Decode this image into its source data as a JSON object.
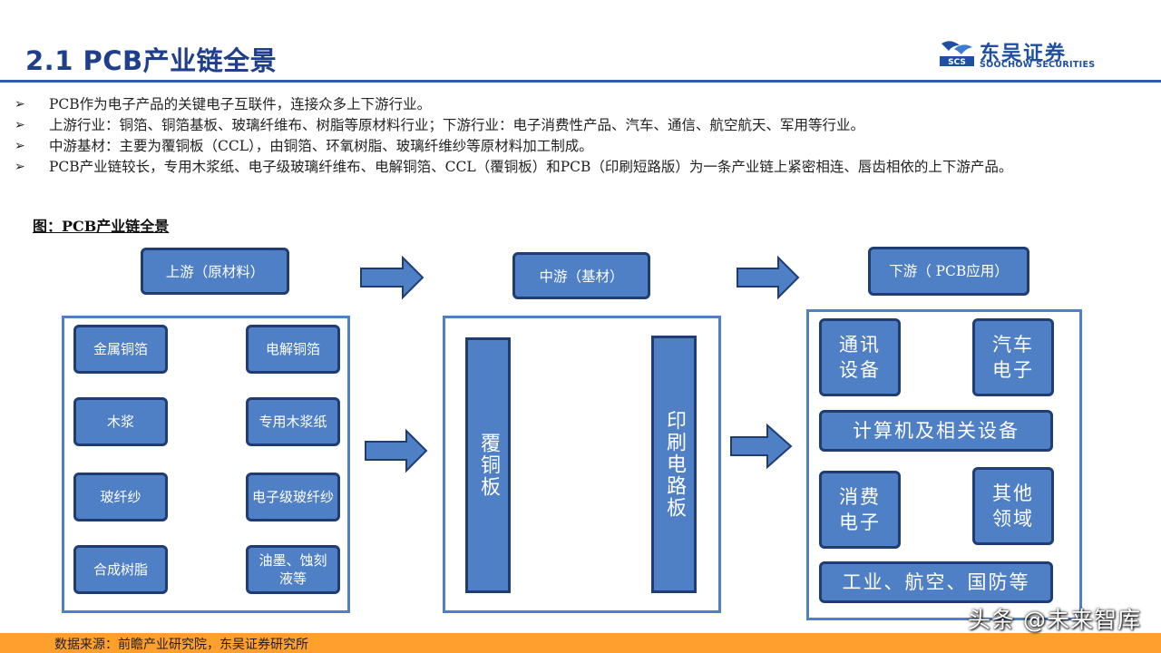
{
  "header": {
    "title": "2.1 PCB产业链全景"
  },
  "logo": {
    "cn": "东吴证券",
    "en": "SOOCHOW SECURITIES",
    "mark": "SCS"
  },
  "bullets": [
    "PCB作为电子产品的关键电子互联件，连接众多上下游行业。",
    "上游行业：铜箔、铜箔基板、玻璃纤维布、树脂等原材料行业；下游行业：电子消费性产品、汽车、通信、航空航天、军用等行业。",
    "中游基材：主要为覆铜板（CCL），由铜箔、环氧树脂、玻璃纤维纱等原材料加工制成。",
    "PCB产业链较长，专用木浆纸、电子级玻璃纤维布、电解铜箔、CCL（覆铜板）和PCB（印刷短路版）为一条产业链上紧密相连、唇齿相依的上下游产品。"
  ],
  "figure": {
    "title": "图：PCB产业链全景",
    "headers": {
      "upstream": "上游（原材料）",
      "midstream": "中游（基材）",
      "downstream": "下游（ PCB应用）"
    },
    "upstream_pairs": [
      {
        "from": "金属铜箔",
        "to": "电解铜箔"
      },
      {
        "from": "木浆",
        "to": "专用木浆纸"
      },
      {
        "from": "玻纤纱",
        "to": "电子级玻纤纱"
      },
      {
        "from": "合成树脂",
        "to": "油墨、蚀刻液等"
      }
    ],
    "midstream": {
      "left": "覆铜板",
      "right": "印刷电路板"
    },
    "downstream": {
      "telecom": "通讯设备",
      "auto": "汽车电子",
      "computer": "计算机及相关设备",
      "consumer": "消费电子",
      "other": "其他领域",
      "industry": "工业、航空、国防等"
    },
    "colors": {
      "box_fill": "#4f7fc5",
      "box_border": "#1f3d73",
      "accent": "#2d5fa8"
    }
  },
  "source": "数据来源：前瞻产业研究院，东吴证券研究所",
  "watermark": "头条 @未来智库"
}
